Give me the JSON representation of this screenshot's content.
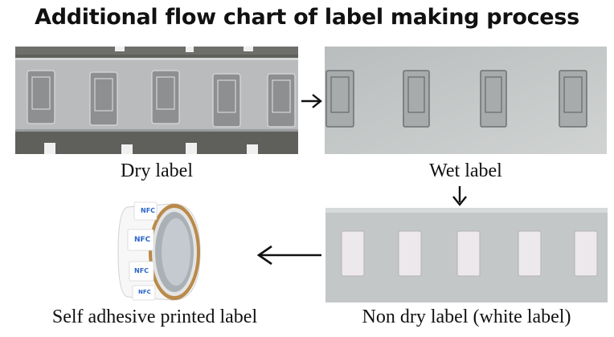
{
  "title": "Additional flow chart of label making process",
  "steps": [
    {
      "id": "dry",
      "caption": "Dry label"
    },
    {
      "id": "wet",
      "caption": "Wet label"
    },
    {
      "id": "non-dry",
      "caption": "Non dry label (white label)"
    },
    {
      "id": "self-adhesive",
      "caption": "Self adhesive printed label"
    }
  ],
  "roll_logo_text": "NFC",
  "colors": {
    "dry_bg": "#5f605c",
    "dry_strip": "#b9bbbd",
    "wet_bg": "#c4c8c7",
    "nondry_bg": "#c3c7c8",
    "white_label": "#ece8ec",
    "nfc_blue": "#2a64c8",
    "arrow": "#111111"
  }
}
